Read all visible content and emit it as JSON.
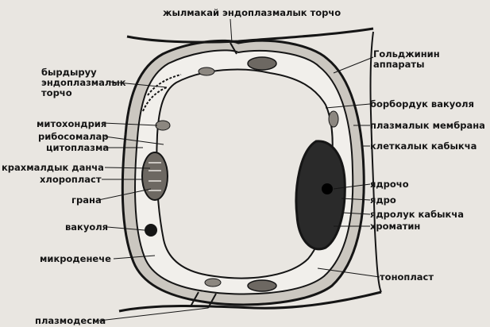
{
  "labels": {
    "smooth_er": "жылмакай эндоплазмалык торчо",
    "golgi": "Гольджинин\nаппараты",
    "rough_er": "бырдыруу\nэндоплазмалык\nторчо",
    "vacuole_membrane": "борбордук вакуоля",
    "mitochondria": "митохондрия",
    "plasma_membrane": "плазмалык мембрана",
    "ribosomes": "рибосомалар",
    "cytoplasm": "цитоплазма",
    "cell_wall": "клеткалык кабыкча",
    "starch_grain": "крахмалдык данча",
    "nucleolus": "ядрочо",
    "chloroplast": "хлоропласт",
    "grana": "грана",
    "nucleus": "ядро",
    "nuclear_envelope": "ядролук кабыкча",
    "chromatin": "хроматин",
    "vacuole": "вакуоля",
    "microtubule": "микроденече",
    "tonoplast": "тонопласт",
    "plasmodesma": "плазмодесма"
  },
  "colors": {
    "ink": "#151515",
    "background": "#e9e6e1",
    "wall_fill": "#c9c5bf",
    "nucleus_fill": "#2a2a2a"
  }
}
